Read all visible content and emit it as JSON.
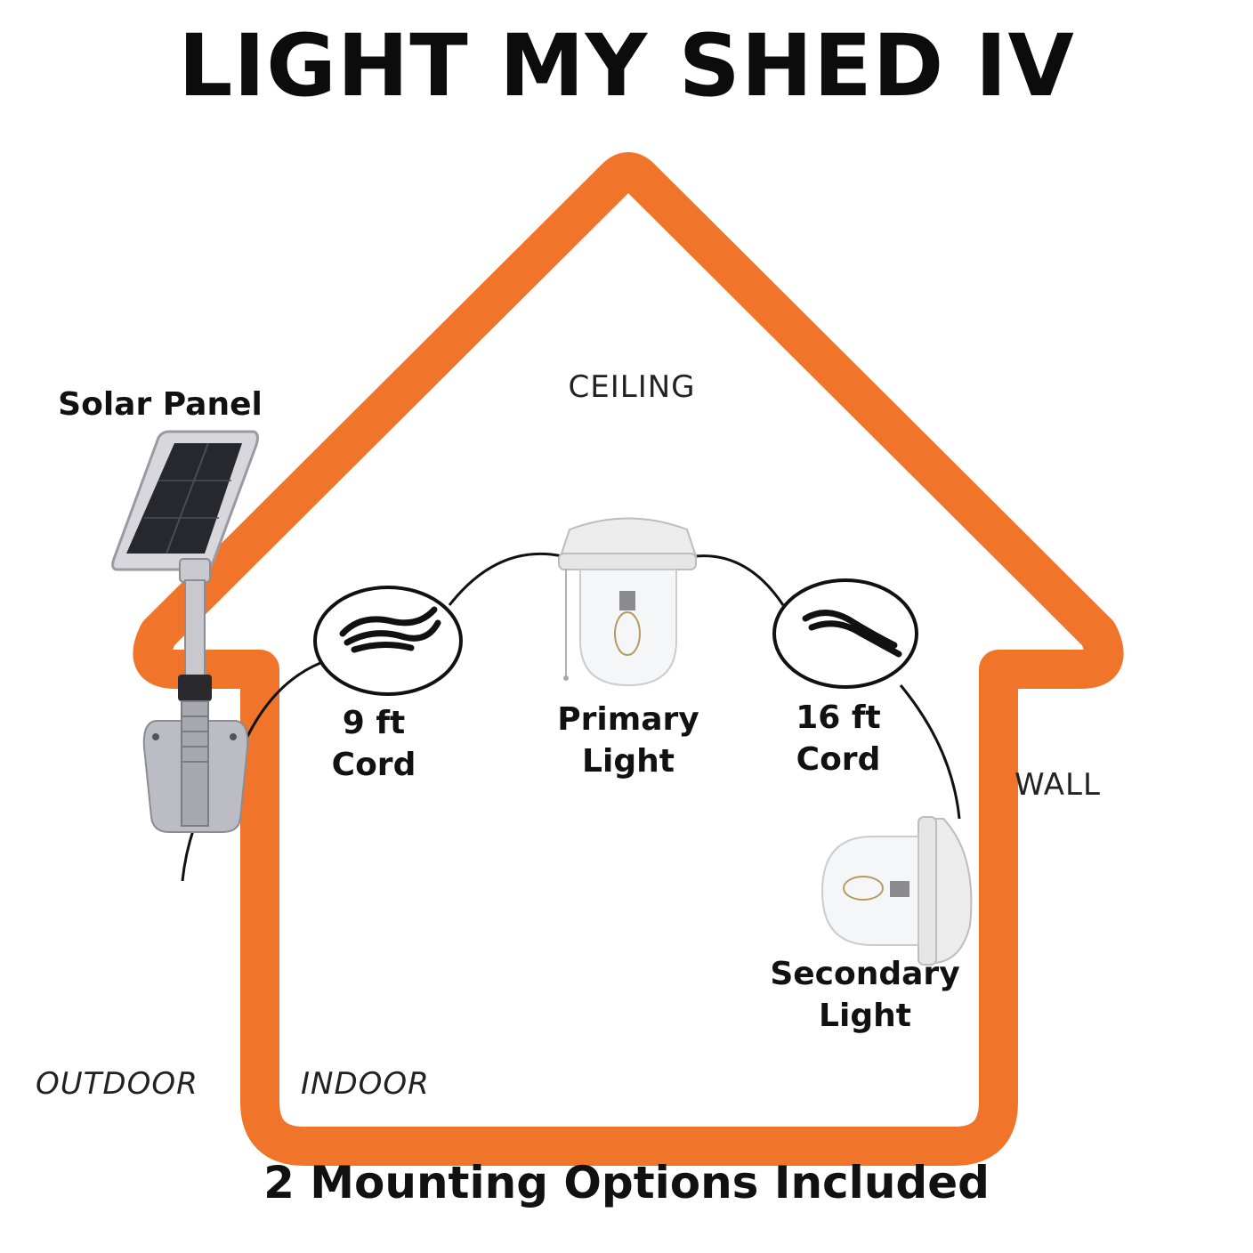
{
  "title": "LIGHT MY SHED IV",
  "labels": {
    "ceiling": "CEILING",
    "wall": "WALL",
    "outdoor": "OUTDOOR",
    "indoor": "INDOOR",
    "solar_panel": "Solar Panel",
    "cord_9_line1": "9 ft",
    "cord_9_line2": "Cord",
    "primary_line1": "Primary",
    "primary_line2": "Light",
    "cord_16_line1": "16 ft",
    "cord_16_line2": "Cord",
    "secondary_line1": "Secondary",
    "secondary_line2": "Light"
  },
  "footer": "2 Mounting Options Included",
  "colors": {
    "house_outline": "#F0752A",
    "text": "#111111",
    "cord": "#111111"
  }
}
